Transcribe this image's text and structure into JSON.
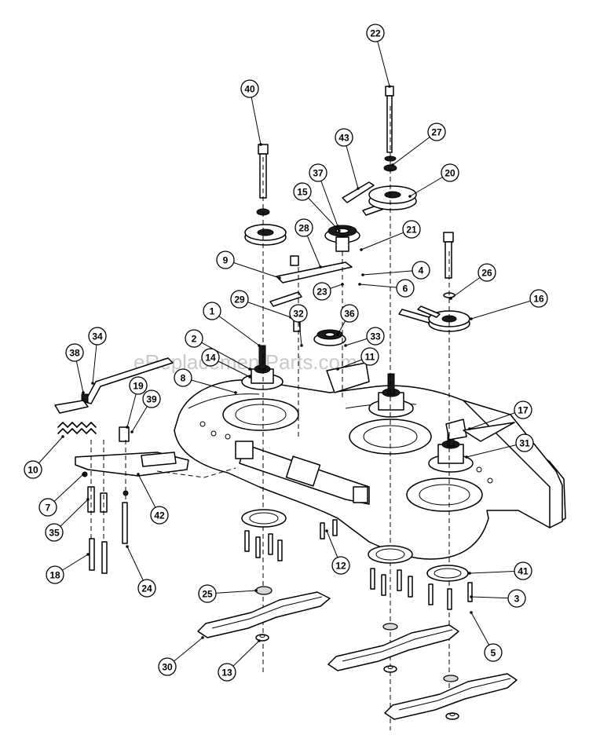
{
  "watermark": "eReplacementParts.com",
  "callouts": [
    {
      "label": "22"
    },
    {
      "label": "40"
    },
    {
      "label": "27"
    },
    {
      "label": "43"
    },
    {
      "label": "37"
    },
    {
      "label": "20"
    },
    {
      "label": "15"
    },
    {
      "label": "28"
    },
    {
      "label": "21"
    },
    {
      "label": "9"
    },
    {
      "label": "4"
    },
    {
      "label": "23"
    },
    {
      "label": "6"
    },
    {
      "label": "26"
    },
    {
      "label": "29"
    },
    {
      "label": "16"
    },
    {
      "label": "1"
    },
    {
      "label": "32"
    },
    {
      "label": "36"
    },
    {
      "label": "34"
    },
    {
      "label": "2"
    },
    {
      "label": "33"
    },
    {
      "label": "38"
    },
    {
      "label": "14"
    },
    {
      "label": "11"
    },
    {
      "label": "8"
    },
    {
      "label": "19"
    },
    {
      "label": "39"
    },
    {
      "label": "17"
    },
    {
      "label": "10"
    },
    {
      "label": "31"
    },
    {
      "label": "7"
    },
    {
      "label": "42"
    },
    {
      "label": "35"
    },
    {
      "label": "12"
    },
    {
      "label": "18"
    },
    {
      "label": "24"
    },
    {
      "label": "41"
    },
    {
      "label": "25"
    },
    {
      "label": "3"
    },
    {
      "label": "5"
    },
    {
      "label": "30"
    },
    {
      "label": "13"
    }
  ]
}
